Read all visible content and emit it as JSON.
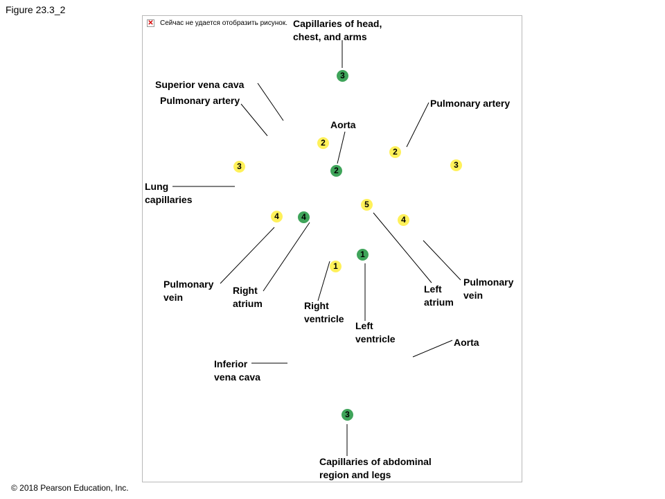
{
  "figure_title": "Figure 23.3_2",
  "copyright": "© 2018 Pearson Education, Inc.",
  "broken_image": {
    "icon": "broken-image-icon",
    "text": "Сейчас не удается отобразить рисунок."
  },
  "labels": {
    "capillaries_head": "Capillaries of head,\nchest, and arms",
    "superior_vena_cava": "Superior vena cava",
    "pulmonary_artery_left": "Pulmonary artery",
    "pulmonary_artery_right": "Pulmonary artery",
    "aorta_top": "Aorta",
    "lung_capillaries": "Lung\ncapillaries",
    "pulmonary_vein_left": "Pulmonary\nvein",
    "right_atrium": "Right\natrium",
    "right_ventricle": "Right\nventricle",
    "left_ventricle": "Left\nventricle",
    "left_atrium": "Left\natrium",
    "pulmonary_vein_right": "Pulmonary\nvein",
    "aorta_bottom": "Aorta",
    "inferior_vena_cava": "Inferior\nvena cava",
    "capillaries_abdominal": "Capillaries of abdominal\nregion and legs"
  },
  "badges": {
    "head_3": "3",
    "aorta_2": "2",
    "pulm_artery_left_2": "2",
    "pulm_artery_right_2": "2",
    "lung_left_3": "3",
    "lung_right_3": "3",
    "left_4_yellow": "4",
    "left_4_green": "4",
    "left_atrium_5": "5",
    "right_4": "4",
    "left_ventricle_1": "1",
    "right_ventricle_1": "1",
    "abdominal_3": "3"
  },
  "colors": {
    "yellow_badge": "#fff15a",
    "green_badge": "#3fa45a"
  }
}
